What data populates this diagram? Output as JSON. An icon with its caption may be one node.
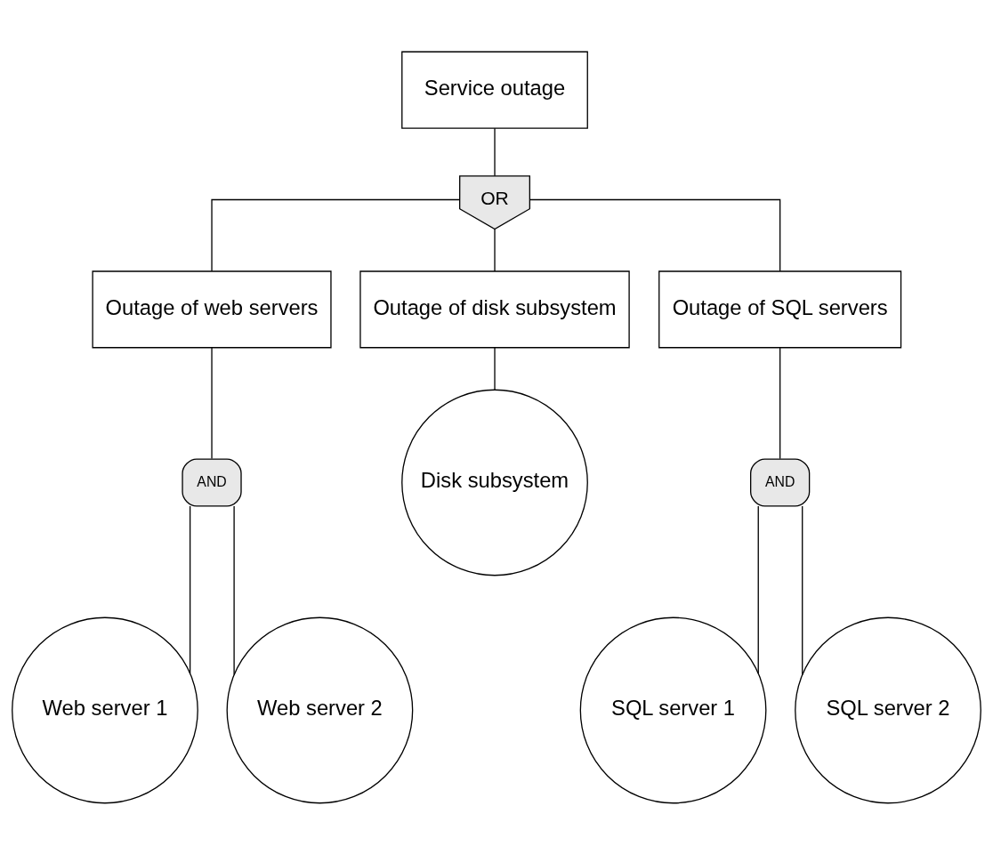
{
  "diagram": {
    "nodes": [
      {
        "text": [
          "Service outage"
        ]
      },
      {
        "text": [
          "OR"
        ]
      },
      {
        "text": [
          "Outage of web servers"
        ]
      },
      {
        "text": [
          "Outage of disk subsystem"
        ]
      },
      {
        "text": [
          "Outage of SQL servers"
        ]
      },
      {
        "text": [
          "AND"
        ]
      },
      {
        "text": [
          "Disk subsystem"
        ]
      },
      {
        "text": [
          "AND"
        ]
      },
      {
        "text": [
          "Web server 1"
        ]
      },
      {
        "text": [
          "Web server 2"
        ]
      },
      {
        "text": [
          "SQL server 1"
        ]
      },
      {
        "text": [
          "SQL server 2"
        ]
      }
    ],
    "edges": [
      {
        "from": 0,
        "to": 1,
        "arrow": "none"
      },
      {
        "from": 1,
        "to": 2,
        "arrow": "none"
      },
      {
        "from": 1,
        "to": 3,
        "arrow": "none"
      },
      {
        "from": 1,
        "to": 4,
        "arrow": "none"
      },
      {
        "from": 2,
        "to": 5,
        "arrow": "none"
      },
      {
        "from": 3,
        "to": 6,
        "arrow": "none"
      },
      {
        "from": 4,
        "to": 7,
        "arrow": "none"
      },
      {
        "from": 5,
        "to": 8,
        "arrow": "none"
      },
      {
        "from": 5,
        "to": 9,
        "arrow": "none"
      },
      {
        "from": 7,
        "to": 10,
        "arrow": "none"
      },
      {
        "from": 7,
        "to": 11,
        "arrow": "none"
      }
    ]
  }
}
